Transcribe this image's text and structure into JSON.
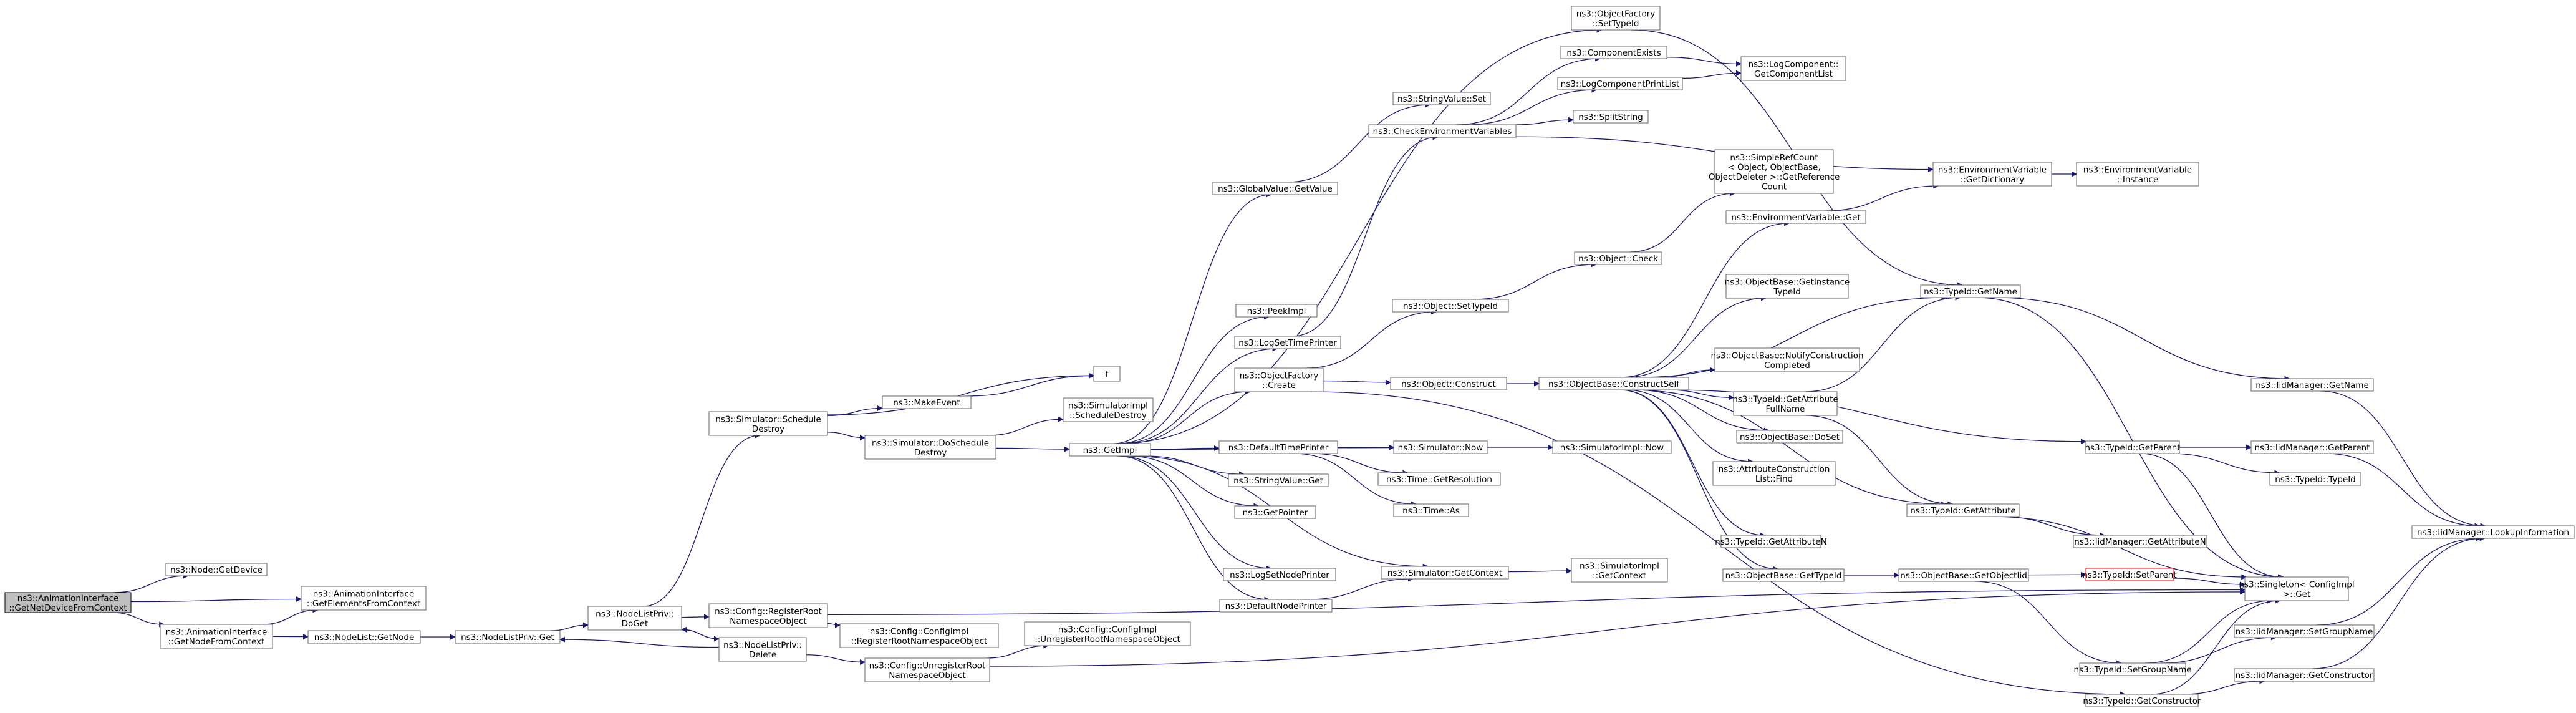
{
  "graph": {
    "colors": {
      "edge": "#191970",
      "node_border": "#666666",
      "node_fill": "#ffffff",
      "root_fill": "#bfbfbf",
      "root_border": "#000000",
      "red_border": "#ff0000"
    },
    "nodes": [
      {
        "id": "root",
        "lines": [
          "ns3::AnimationInterface",
          "::GetNetDeviceFromContext"
        ],
        "style": "root"
      },
      {
        "id": "getdevice",
        "lines": [
          "ns3::Node::GetDevice"
        ]
      },
      {
        "id": "getelements",
        "lines": [
          "ns3::AnimationInterface",
          "::GetElementsFromContext"
        ]
      },
      {
        "id": "getnodefromctx",
        "lines": [
          "ns3::AnimationInterface",
          "::GetNodeFromContext"
        ]
      },
      {
        "id": "nodelistgetnode",
        "lines": [
          "ns3::NodeList::GetNode"
        ]
      },
      {
        "id": "nlpget",
        "lines": [
          "ns3::NodeListPriv::Get"
        ]
      },
      {
        "id": "nlpdoget",
        "lines": [
          "ns3::NodeListPriv::",
          "DoGet"
        ]
      },
      {
        "id": "nlpdelete",
        "lines": [
          "ns3::NodeListPriv::",
          "Delete"
        ]
      },
      {
        "id": "regroot",
        "lines": [
          "ns3::Config::RegisterRoot",
          "NamespaceObject"
        ]
      },
      {
        "id": "unregroot",
        "lines": [
          "ns3::Config::UnregisterRoot",
          "NamespaceObject"
        ]
      },
      {
        "id": "cfgregroot",
        "lines": [
          "ns3::Config::ConfigImpl",
          "::RegisterRootNamespaceObject"
        ]
      },
      {
        "id": "cfgunregroot",
        "lines": [
          "ns3::Config::ConfigImpl",
          "::UnregisterRootNamespaceObject"
        ]
      },
      {
        "id": "schedule",
        "lines": [
          "ns3::Simulator::Schedule",
          "Destroy"
        ]
      },
      {
        "id": "makeevent",
        "lines": [
          "ns3::MakeEvent"
        ]
      },
      {
        "id": "f",
        "lines": [
          "f"
        ]
      },
      {
        "id": "doschedule",
        "lines": [
          "ns3::Simulator::DoSchedule",
          "Destroy"
        ]
      },
      {
        "id": "simimplsched",
        "lines": [
          "ns3::SimulatorImpl",
          "::ScheduleDestroy"
        ]
      },
      {
        "id": "getimpl",
        "lines": [
          "ns3::GetImpl"
        ]
      },
      {
        "id": "globalvalue",
        "lines": [
          "ns3::GlobalValue::GetValue"
        ]
      },
      {
        "id": "stringvalueset",
        "lines": [
          "ns3::StringValue::Set"
        ]
      },
      {
        "id": "peekimpl",
        "lines": [
          "ns3::PeekImpl"
        ]
      },
      {
        "id": "logsettime",
        "lines": [
          "ns3::LogSetTimePrinter"
        ]
      },
      {
        "id": "objfactorycreate",
        "lines": [
          "ns3::ObjectFactory",
          "::Create"
        ]
      },
      {
        "id": "defaulttimeprinter",
        "lines": [
          "ns3::DefaultTimePrinter"
        ]
      },
      {
        "id": "stringvalueget",
        "lines": [
          "ns3::StringValue::Get"
        ]
      },
      {
        "id": "getpointer",
        "lines": [
          "ns3::GetPointer"
        ]
      },
      {
        "id": "logsetnode",
        "lines": [
          "ns3::LogSetNodePrinter"
        ]
      },
      {
        "id": "defaultnodeprinter",
        "lines": [
          "ns3::DefaultNodePrinter"
        ]
      },
      {
        "id": "checkenv",
        "lines": [
          "ns3::CheckEnvironmentVariables"
        ]
      },
      {
        "id": "settypeid_factory",
        "lines": [
          "ns3::ObjectFactory",
          "::SetTypeId"
        ]
      },
      {
        "id": "componentexists",
        "lines": [
          "ns3::ComponentExists"
        ]
      },
      {
        "id": "logcompprintlist",
        "lines": [
          "ns3::LogComponentPrintList"
        ]
      },
      {
        "id": "splitstring",
        "lines": [
          "ns3::SplitString"
        ]
      },
      {
        "id": "getcomplist",
        "lines": [
          "ns3::LogComponent::",
          "GetComponentList"
        ]
      },
      {
        "id": "objsettypeid",
        "lines": [
          "ns3::Object::SetTypeId"
        ]
      },
      {
        "id": "objconstruct",
        "lines": [
          "ns3::Object::Construct"
        ]
      },
      {
        "id": "objcheck",
        "lines": [
          "ns3::Object::Check"
        ]
      },
      {
        "id": "simnow",
        "lines": [
          "ns3::Simulator::Now"
        ]
      },
      {
        "id": "simimplnow",
        "lines": [
          "ns3::SimulatorImpl::Now"
        ]
      },
      {
        "id": "getresolution",
        "lines": [
          "ns3::Time::GetResolution"
        ]
      },
      {
        "id": "timeas",
        "lines": [
          "ns3::Time::As"
        ]
      },
      {
        "id": "simgetcontext",
        "lines": [
          "ns3::Simulator::GetContext"
        ]
      },
      {
        "id": "simimplgetctx",
        "lines": [
          "ns3::SimulatorImpl",
          "::GetContext"
        ]
      },
      {
        "id": "constructself",
        "lines": [
          "ns3::ObjectBase::ConstructSelf"
        ]
      },
      {
        "id": "simplerefcount",
        "lines": [
          "ns3::SimpleRefCount",
          "< Object, ObjectBase,",
          "ObjectDeleter >::GetReference",
          "Count"
        ]
      },
      {
        "id": "envget",
        "lines": [
          "ns3::EnvironmentVariable::Get"
        ]
      },
      {
        "id": "envgetdict",
        "lines": [
          "ns3::EnvironmentVariable",
          "::GetDictionary"
        ]
      },
      {
        "id": "envinstance",
        "lines": [
          "ns3::EnvironmentVariable",
          "::Instance"
        ]
      },
      {
        "id": "getinstancetypeid",
        "lines": [
          "ns3::ObjectBase::GetInstance",
          "TypeId"
        ]
      },
      {
        "id": "notifyconstruct",
        "lines": [
          "ns3::ObjectBase::NotifyConstruction",
          "Completed"
        ]
      },
      {
        "id": "getattrfullname",
        "lines": [
          "ns3::TypeId::GetAttribute",
          "FullName"
        ]
      },
      {
        "id": "doset",
        "lines": [
          "ns3::ObjectBase::DoSet"
        ]
      },
      {
        "id": "attrconstfind",
        "lines": [
          "ns3::AttributeConstruction",
          "List::Find"
        ]
      },
      {
        "id": "getattributen",
        "lines": [
          "ns3::TypeId::GetAttributeN"
        ]
      },
      {
        "id": "objbasegettypeid",
        "lines": [
          "ns3::ObjectBase::GetTypeId"
        ]
      },
      {
        "id": "getobjectiid",
        "lines": [
          "ns3::ObjectBase::GetObjectIid"
        ]
      },
      {
        "id": "typeidgetname",
        "lines": [
          "ns3::TypeId::GetName"
        ]
      },
      {
        "id": "typeidgetparent",
        "lines": [
          "ns3::TypeId::GetParent"
        ]
      },
      {
        "id": "typeidgetattribute",
        "lines": [
          "ns3::TypeId::GetAttribute"
        ]
      },
      {
        "id": "typeidsetparent",
        "lines": [
          "ns3::TypeId::SetParent"
        ],
        "style": "red"
      },
      {
        "id": "typeidsetgroup",
        "lines": [
          "ns3::TypeId::SetGroupName"
        ]
      },
      {
        "id": "typeidgetconstructor",
        "lines": [
          "ns3::TypeId::GetConstructor"
        ]
      },
      {
        "id": "iidgetname",
        "lines": [
          "ns3::IidManager::GetName"
        ]
      },
      {
        "id": "iidgetparent",
        "lines": [
          "ns3::IidManager::GetParent"
        ]
      },
      {
        "id": "typeidtypeid",
        "lines": [
          "ns3::TypeId::TypeId"
        ]
      },
      {
        "id": "iidgetattributen",
        "lines": [
          "ns3::IidManager::GetAttributeN"
        ]
      },
      {
        "id": "singletonget",
        "lines": [
          "ns3::Singleton< ConfigImpl",
          ">::Get"
        ]
      },
      {
        "id": "iidsetgroup",
        "lines": [
          "ns3::IidManager::SetGroupName"
        ]
      },
      {
        "id": "iidgetconstructor",
        "lines": [
          "ns3::IidManager::GetConstructor"
        ]
      },
      {
        "id": "iidlookup",
        "lines": [
          "ns3::IidManager::LookupInformation"
        ]
      }
    ]
  }
}
